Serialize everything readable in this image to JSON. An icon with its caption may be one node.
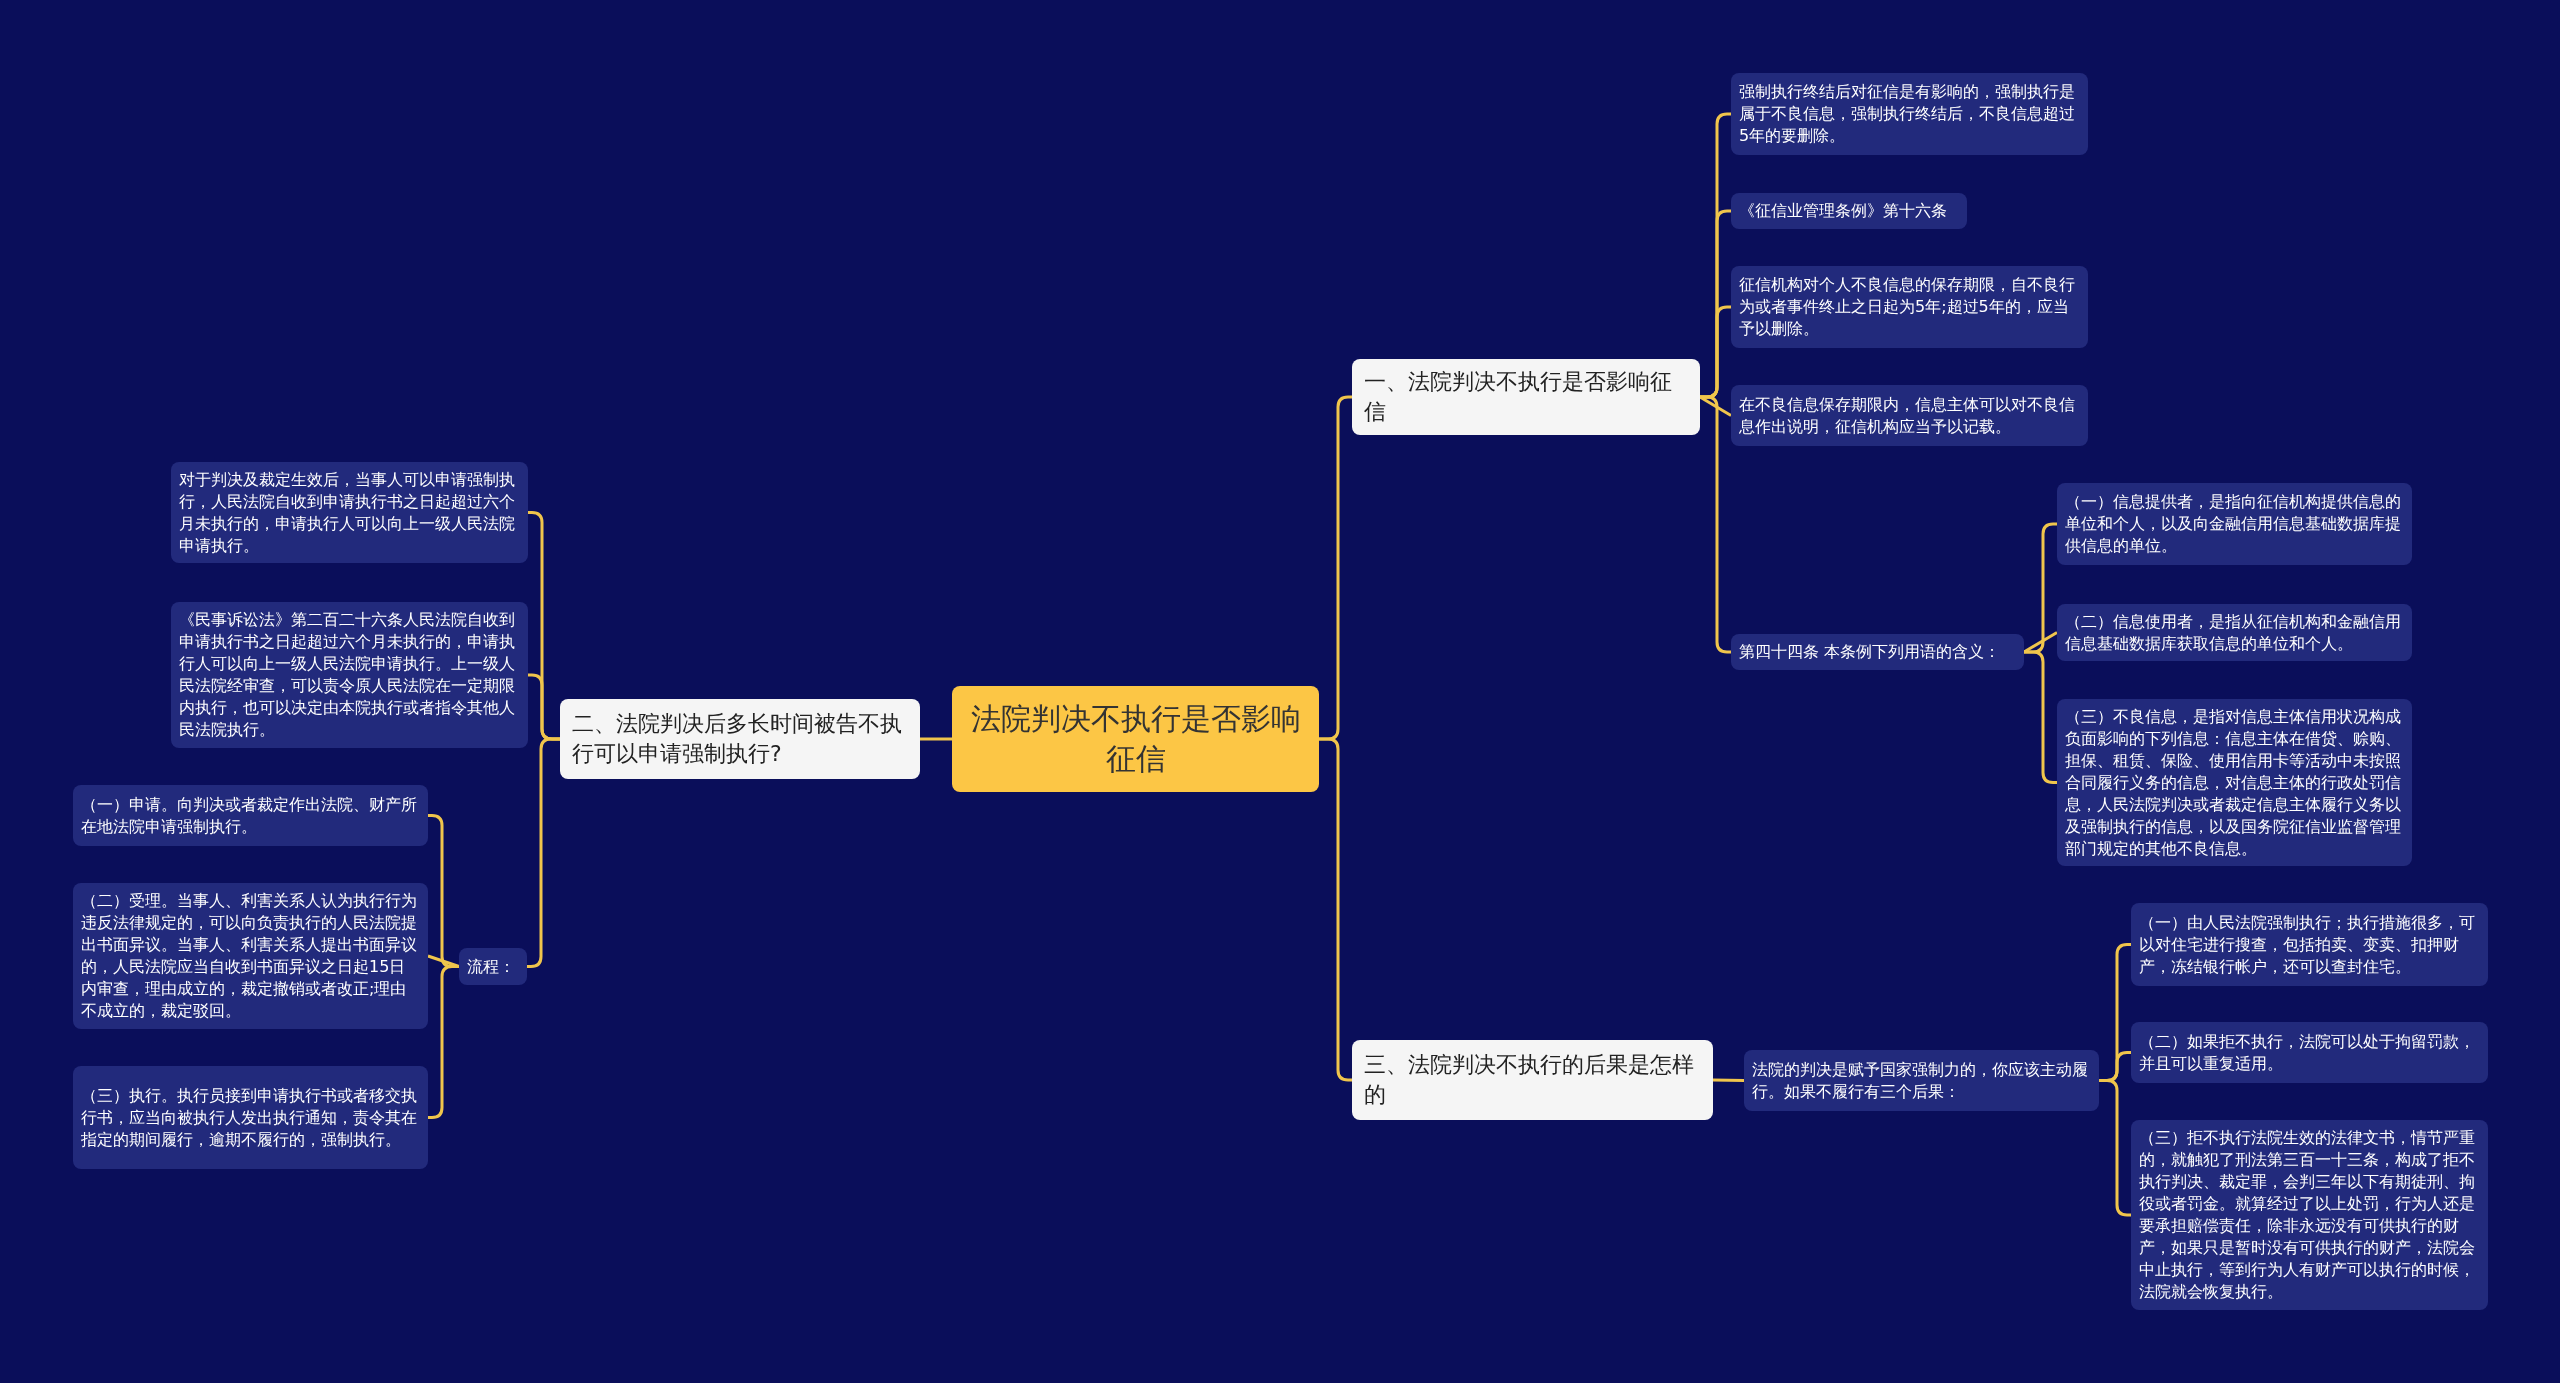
{
  "diagram": {
    "nodes": [
      {
        "text": [
          "法院判决不执行是否影响征信"
        ]
      },
      {
        "text": [
          "一、法院判决不执行是否影响征信"
        ]
      },
      {
        "text": [
          "二、法院判决后多长时间被告不执行可以申请强制执行?"
        ]
      },
      {
        "text": [
          "三、法院判决不执行的后果是怎样的"
        ]
      },
      {
        "text": [
          "强制执行终结后对征信是有影响的，强制执行是属于不良信息，强制执行终结后，不良信息超过5年的要删除。"
        ]
      },
      {
        "text": [
          "《征信业管理条例》第十六条"
        ]
      },
      {
        "text": [
          "征信机构对个人不良信息的保存期限，自不良行为或者事件终止之日起为5年;超过5年的，应当予以删除。"
        ]
      },
      {
        "text": [
          "在不良信息保存期限内，信息主体可以对不良信息作出说明，征信机构应当予以记载。"
        ]
      },
      {
        "text": [
          "第四十四条 本条例下列用语的含义："
        ]
      },
      {
        "text": [
          "（一）信息提供者，是指向征信机构提供信息的单位和个人，以及向金融信用信息基础数据库提供信息的单位。"
        ]
      },
      {
        "text": [
          "（二）信息使用者，是指从征信机构和金融信用信息基础数据库获取信息的单位和个人。"
        ]
      },
      {
        "text": [
          "（三）不良信息，是指对信息主体信用状况构成负面影响的下列信息：信息主体在借贷、赊购、担保、租赁、保险、使用信用卡等活动中未按照合同履行义务的信息，对信息主体的行政处罚信息，人民法院判决或者裁定信息主体履行义务以及强制执行的信息，以及国务院征信业监督管理部门规定的其他不良信息。"
        ]
      },
      {
        "text": [
          "对于判决及裁定生效后，当事人可以申请强制执行，人民法院自收到申请执行书之日起超过六个月未执行的，申请执行人可以向上一级人民法院申请执行。"
        ]
      },
      {
        "text": [
          "《民事诉讼法》第二百二十六条人民法院自收到申请执行书之日起超过六个月未执行的，申请执行人可以向上一级人民法院申请执行。上一级人民法院经审查，可以责令原人民法院在一定期限内执行，也可以决定由本院执行或者指令其他人民法院执行。"
        ]
      },
      {
        "text": [
          "流程："
        ]
      },
      {
        "text": [
          "（一）申请。向判决或者裁定作出法院、财产所在地法院申请强制执行。"
        ]
      },
      {
        "text": [
          "（二）受理。当事人、利害关系人认为执行行为违反法律规定的，可以向负责执行的人民法院提出书面异议。当事人、利害关系人提出书面异议的，人民法院应当自收到书面异议之日起15日内审查，理由成立的，裁定撤销或者改正;理由不成立的，裁定驳回。"
        ]
      },
      {
        "text": [
          "（三）执行。执行员接到申请执行书或者移交执行书，应当向被执行人发出执行通知，责令其在指定的期间履行，逾期不履行的，强制执行。"
        ]
      },
      {
        "text": [
          "法院的判决是赋予国家强制力的，你应该主动履行。如果不履行有三个后果："
        ]
      },
      {
        "text": [
          "（一）由人民法院强制执行；执行措施很多，可以对住宅进行搜查，包括拍卖、变卖、扣押财产，冻结银行帐户，还可以查封住宅。"
        ]
      },
      {
        "text": [
          "（二）如果拒不执行，法院可以处于拘留罚款，并且可以重复适用。"
        ]
      },
      {
        "text": [
          "（三）拒不执行法院生效的法律文书，情节严重的，就触犯了刑法第三百一十三条，构成了拒不执行判决、裁定罪，会判三年以下有期徒刑、拘役或者罚金。就算经过了以上处罚，行为人还是要承担赔偿责任，除非永远没有可供执行的财产，如果只是暂时没有可供执行的财产，法院会中止执行，等到行为人有财产可以执行的时候，法院就会恢复执行。"
        ]
      }
    ],
    "edges": [
      {
        "from": 0,
        "to": 1,
        "arrow": "none"
      },
      {
        "from": 0,
        "to": 2,
        "arrow": "none"
      },
      {
        "from": 0,
        "to": 3,
        "arrow": "none"
      },
      {
        "from": 1,
        "to": 4,
        "arrow": "none"
      },
      {
        "from": 1,
        "to": 5,
        "arrow": "none"
      },
      {
        "from": 1,
        "to": 6,
        "arrow": "none"
      },
      {
        "from": 1,
        "to": 7,
        "arrow": "none"
      },
      {
        "from": 1,
        "to": 8,
        "arrow": "none"
      },
      {
        "from": 8,
        "to": 9,
        "arrow": "none"
      },
      {
        "from": 8,
        "to": 10,
        "arrow": "none"
      },
      {
        "from": 8,
        "to": 11,
        "arrow": "none"
      },
      {
        "from": 2,
        "to": 12,
        "arrow": "none"
      },
      {
        "from": 2,
        "to": 13,
        "arrow": "none"
      },
      {
        "from": 2,
        "to": 14,
        "arrow": "none"
      },
      {
        "from": 14,
        "to": 15,
        "arrow": "none"
      },
      {
        "from": 14,
        "to": 16,
        "arrow": "none"
      },
      {
        "from": 14,
        "to": 17,
        "arrow": "none"
      },
      {
        "from": 3,
        "to": 18,
        "arrow": "none"
      },
      {
        "from": 18,
        "to": 19,
        "arrow": "none"
      },
      {
        "from": 18,
        "to": 20,
        "arrow": "none"
      },
      {
        "from": 18,
        "to": 21,
        "arrow": "none"
      }
    ]
  }
}
